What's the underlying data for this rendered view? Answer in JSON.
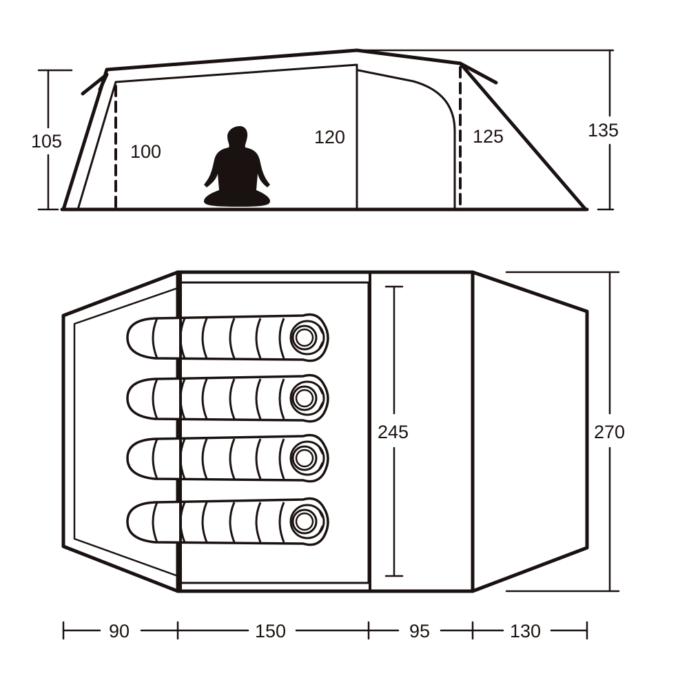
{
  "side_view": {
    "heights": {
      "left_outer": "105",
      "inner_low": "100",
      "inner_high": "120",
      "vestibule": "125",
      "total": "135"
    }
  },
  "top_view": {
    "inner_width": "245",
    "total_width": "270",
    "sleeping_bags": 4,
    "lengths": [
      "90",
      "150",
      "95",
      "130"
    ]
  },
  "colors": {
    "line": "#1a1210",
    "background": "#ffffff"
  }
}
